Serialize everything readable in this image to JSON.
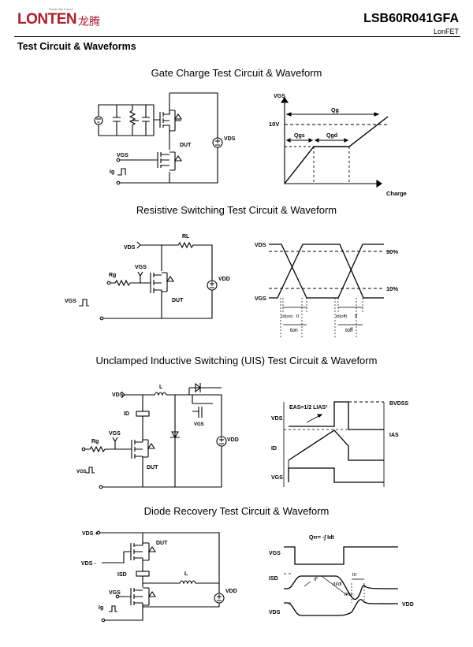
{
  "header": {
    "brand": "LONTEN",
    "brand_cn": "龙腾",
    "tagline": "Power the Future",
    "part_number": "LSB60R041GFA",
    "subtitle": "LonFET"
  },
  "section_title": "Test Circuit & Waveforms",
  "figures": {
    "gate_charge": {
      "caption": "Gate Charge Test Circuit & Waveform",
      "labels": {
        "vds": "VDS",
        "dut": "DUT",
        "vgs": "VGS",
        "ig": "Ig",
        "axis_y": "VGS",
        "axis_x": "Charge",
        "v10": "10V",
        "qg": "Qg",
        "qgs": "Qgs",
        "qgd": "Qgd"
      }
    },
    "resistive": {
      "caption": "Resistive Switching Test Circuit & Waveform",
      "labels": {
        "vds": "VDS",
        "rl": "RL",
        "vgs": "VGS",
        "rg": "Rg",
        "vdd": "VDD",
        "dut": "DUT",
        "vgs_in": "VGS",
        "w_vds": "VDS",
        "w_vgs": "VGS",
        "p90": "90%",
        "p10": "10%",
        "tdon": "td(on)",
        "tr": "tr",
        "ton": "ton",
        "tdoff": "td(off)",
        "tf": "tf",
        "toff": "toff"
      }
    },
    "uis": {
      "caption": "Unclamped Inductive Switching (UIS) Test Circuit & Waveform",
      "labels": {
        "vds": "VDS",
        "l": "L",
        "id": "ID",
        "vgs": "VGS",
        "rg": "Rg",
        "dut": "DUT",
        "vdd": "VDD",
        "vgs_in": "VGS",
        "vgs_bar": "VGS",
        "eas": "EAS=1/2 LIAS²",
        "bvdss": "BVDSS",
        "w_vds": "VDS",
        "ias": "IAS",
        "w_id": "ID",
        "w_vgs": "VGS"
      }
    },
    "diode": {
      "caption": "Diode Recovery Test Circuit & Waveform",
      "labels": {
        "vds_plus": "VDS +",
        "vds_minus": "VDS -",
        "dut": "DUT",
        "isd": "ISD",
        "l": "L",
        "vgs": "VGS",
        "ig": "Ig",
        "vdd": "VDD",
        "qrr": "Qrr= -∫ Idt",
        "w_vgs": "VGS",
        "w_isd": "ISD",
        "w_vds": "VDS",
        "w_vdd": "VDD",
        "if": "IF",
        "didt": "dI/dt",
        "trr": "trr",
        "irm": "IRM"
      }
    }
  }
}
